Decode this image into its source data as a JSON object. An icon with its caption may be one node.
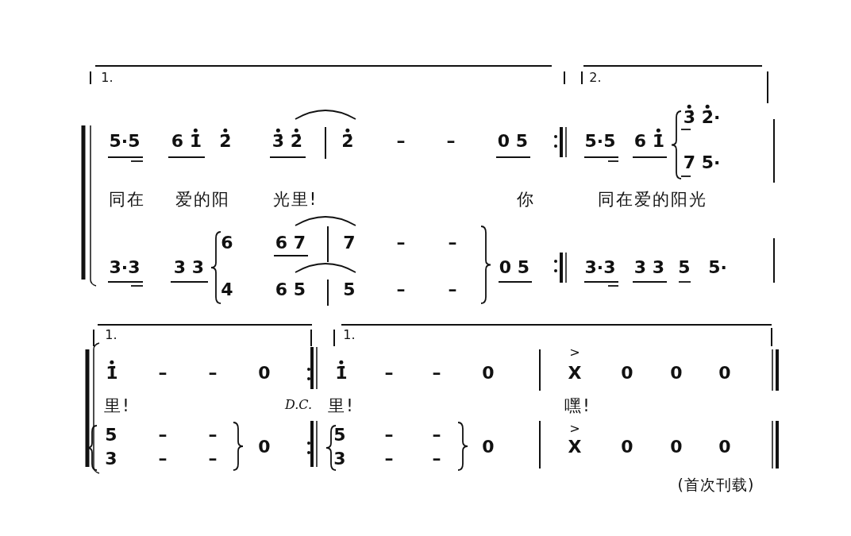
{
  "diagram": {
    "caption": "(首次刊载)",
    "labels": [
      "1.",
      "2.",
      "5·5",
      "6 1̇",
      "2̇",
      "3̇ 2̇",
      "2̇",
      "–",
      "–",
      "0 5",
      "5·5",
      "6 1̇",
      "3̇ 2̇·",
      "7 5·",
      "同在",
      "爱的阳",
      "光里!",
      "你",
      "同在爱的阳光",
      "6",
      "6 7",
      "7",
      "–",
      "–",
      "3·3",
      "3 3",
      "0 5",
      "3·3",
      "3 3",
      "5",
      "5·",
      "4",
      "6 5",
      "5",
      "–",
      "–",
      "1.",
      "1.",
      "1̇",
      "–",
      "–",
      "0",
      "1̇",
      "–",
      "–",
      "0",
      ">",
      "X",
      "0",
      "0",
      "0",
      "里!",
      "D.C.",
      "里!",
      "嘿!",
      "5",
      "–",
      "–",
      "5",
      "–",
      "–",
      ">",
      "0",
      "0",
      "X",
      "0",
      "0",
      "0",
      "3",
      "–",
      "–",
      "3",
      "–",
      "–"
    ]
  }
}
